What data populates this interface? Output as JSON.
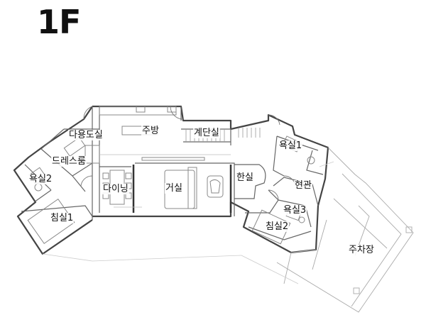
{
  "floor_label": "1F",
  "rooms": {
    "utility": "다용도실",
    "kitchen": "주방",
    "stairs": "계단실",
    "bath1": "욕실1",
    "dressroom": "드레스룸",
    "bath2": "욕실2",
    "dining": "다이닝",
    "living": "거실",
    "korean_room": "한실",
    "entrance": "현관",
    "bath3": "욕실3",
    "bedroom1": "침실1",
    "bedroom2": "침실2",
    "parking": "주차장"
  }
}
